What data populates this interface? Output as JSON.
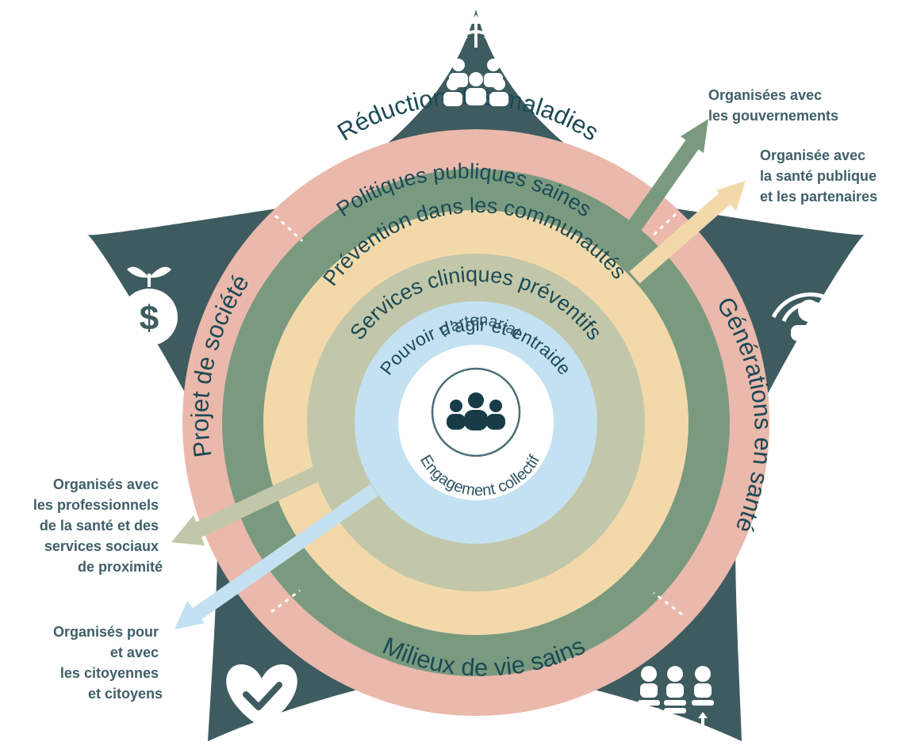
{
  "colors": {
    "star": "#3e5c60",
    "ring_outer": "#ebb8ac",
    "ring_green": "#7a9a80",
    "ring_yellow": "#f3d9aa",
    "ring_sage": "#c2c7a9",
    "ring_blue": "#c3e1f1",
    "center": "#ffffff",
    "text_dark": "#1b4a55",
    "annot_text": "#3f5f68"
  },
  "outer_ring": {
    "top": "Réduction des maladies",
    "left": "Projet de société",
    "right": "Générations en santé",
    "bottom": "Milieux de vie sains"
  },
  "rings": {
    "green": "Politiques publiques saines",
    "yellow": "Prévention dans les communautés",
    "sage": "Services cliniques préventifs",
    "blue": "Pouvoir d’agir et entraide"
  },
  "center": {
    "top": "Partenariat",
    "bottom": "Engagement collectif",
    "icon": "people-group-cycle-icon"
  },
  "star_icons": {
    "top": "group-arrows-up-icon",
    "left": "money-plant-globe-icon",
    "right": "person-broadcast-icon",
    "bottom_left": "heart-check-icon",
    "bottom_right": "people-stacks-growth-icon"
  },
  "annotations": {
    "green": [
      "Organisées avec",
      "les gouvernements"
    ],
    "yellow": [
      "Organisée avec",
      "la santé publique",
      "et les partenaires"
    ],
    "sage": [
      "Organisés avec",
      "les professionnels",
      "de la santé et des",
      "services sociaux",
      "de proximité"
    ],
    "blue": [
      "Organisés pour",
      "et avec",
      "les citoyennes",
      "et citoyens"
    ]
  }
}
